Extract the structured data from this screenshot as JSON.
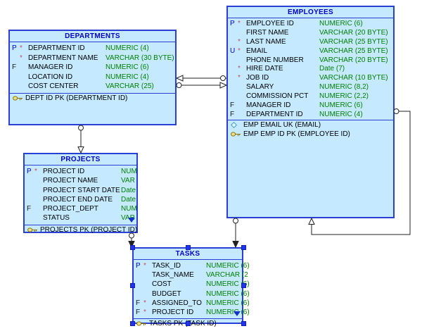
{
  "diagram": {
    "type": "entity-relationship-diagram",
    "colors": {
      "entity_fill": "#C5EAFF",
      "entity_border": "#2A3FD4",
      "title_text": "#0000C8",
      "column_name_text": "#000000",
      "datatype_text": "#007F00",
      "pk_unique_marker": "#0000CC",
      "fk_marker": "#1A1A1A",
      "required_star": "#C84B60",
      "selection_handle": "#2233EE",
      "overflow_indicator": "#1133CC",
      "connector": "#222222"
    }
  },
  "tables": [
    {
      "id": "departments",
      "title": "DEPARTMENTS",
      "columns": [
        {
          "marker": "P",
          "required": "*",
          "name": "DEPARTMENT ID",
          "type": "NUMERIC (4)"
        },
        {
          "marker": "",
          "required": "*",
          "name": "DEPARTMENT NAME",
          "type": "VARCHAR (30 BYTE)"
        },
        {
          "marker": "F",
          "required": "",
          "name": "MANAGER ID",
          "type": "NUMERIC (6)"
        },
        {
          "marker": "",
          "required": "",
          "name": "LOCATION ID",
          "type": "NUMERIC (4)"
        },
        {
          "marker": "",
          "required": "",
          "name": "COST CENTER",
          "type": "VARCHAR (25)"
        }
      ],
      "keys": [
        {
          "icon": "key-icon",
          "label": "DEPT ID PK (DEPARTMENT ID)"
        }
      ],
      "selected": false,
      "content_clipped": false
    },
    {
      "id": "employees",
      "title": "EMPLOYEES",
      "columns": [
        {
          "marker": "P",
          "required": "*",
          "name": "EMPLOYEE ID",
          "type": "NUMERIC (6)"
        },
        {
          "marker": "",
          "required": "",
          "name": "FIRST NAME",
          "type": "VARCHAR (20 BYTE)"
        },
        {
          "marker": "",
          "required": "*",
          "name": "LAST NAME",
          "type": "VARCHAR (25 BYTE)"
        },
        {
          "marker": "U",
          "required": "*",
          "name": "EMAIL",
          "type": "VARCHAR (25 BYTE)"
        },
        {
          "marker": "",
          "required": "",
          "name": "PHONE NUMBER",
          "type": "VARCHAR (20 BYTE)"
        },
        {
          "marker": "",
          "required": "*",
          "name": "HIRE DATE",
          "type": "Date (7)"
        },
        {
          "marker": "",
          "required": "*",
          "name": "JOB ID",
          "type": "VARCHAR (10 BYTE)"
        },
        {
          "marker": "",
          "required": "",
          "name": "SALARY",
          "type": "NUMERIC (8,2)"
        },
        {
          "marker": "",
          "required": "",
          "name": "COMMISSION PCT",
          "type": "NUMERIC (2,2)"
        },
        {
          "marker": "F",
          "required": "",
          "name": "MANAGER ID",
          "type": "NUMERIC (6)"
        },
        {
          "marker": "F",
          "required": "",
          "name": "DEPARTMENT ID",
          "type": "NUMERIC (4)"
        }
      ],
      "keys": [
        {
          "icon": "diamond-icon",
          "label": "EMP EMAIL UK (EMAIL)"
        },
        {
          "icon": "key-icon",
          "label": "EMP EMP ID PK (EMPLOYEE ID)"
        }
      ],
      "selected": false,
      "content_clipped": false
    },
    {
      "id": "projects",
      "title": "PROJECTS",
      "columns": [
        {
          "marker": "P",
          "required": "*",
          "name": "PROJECT ID",
          "type": "NUM"
        },
        {
          "marker": "",
          "required": "",
          "name": "PROJECT NAME",
          "type": "VAR"
        },
        {
          "marker": "",
          "required": "",
          "name": "PROJECT START DATE",
          "type": "Date"
        },
        {
          "marker": "",
          "required": "",
          "name": "PROJECT END DATE",
          "type": "Date"
        },
        {
          "marker": "F",
          "required": "",
          "name": "PROJECT_DEPT",
          "type": "NUM"
        },
        {
          "marker": "",
          "required": "",
          "name": "STATUS",
          "type": "VAR"
        }
      ],
      "keys": [
        {
          "icon": "key-icon",
          "label": "PROJECTS PK (PROJECT ID)"
        }
      ],
      "selected": false,
      "content_clipped": true
    },
    {
      "id": "tasks",
      "title": "TASKS",
      "columns": [
        {
          "marker": "P",
          "required": "*",
          "name": "TASK_ID",
          "type": "NUMERIC (6)"
        },
        {
          "marker": "",
          "required": "",
          "name": "TASK_NAME",
          "type": "VARCHAR (2"
        },
        {
          "marker": "",
          "required": "",
          "name": "COST",
          "type": "NUMERIC (6)"
        },
        {
          "marker": "",
          "required": "",
          "name": "BUDGET",
          "type": "NUMERIC (6)"
        },
        {
          "marker": "F",
          "required": "*",
          "name": "ASSIGNED_TO",
          "type": "NUMERIC (6)"
        },
        {
          "marker": "F",
          "required": "*",
          "name": "PROJECT ID",
          "type": "NUMERIC (6)"
        }
      ],
      "keys": [
        {
          "icon": "key-icon",
          "label": "TASKS PK (TASK ID)"
        }
      ],
      "selected": true,
      "content_clipped": true
    }
  ],
  "relationships": [
    {
      "id": "emp-dept",
      "from": "EMPLOYEES",
      "to": "DEPARTMENTS",
      "from_end": "circle",
      "to_end": "open-arrow"
    },
    {
      "id": "dept-mgr",
      "from": "DEPARTMENTS",
      "to": "EMPLOYEES",
      "from_end": "circle",
      "to_end": "open-arrow"
    },
    {
      "id": "dept-proj",
      "from": "DEPARTMENTS",
      "to": "PROJECTS",
      "from_end": "circle",
      "to_end": "open-arrow"
    },
    {
      "id": "proj-task",
      "from": "PROJECTS",
      "to": "TASKS",
      "from_end": "circle",
      "to_end": "solid-arrow"
    },
    {
      "id": "emp-task",
      "from": "EMPLOYEES",
      "to": "TASKS",
      "from_end": "circle",
      "to_end": "solid-arrow"
    },
    {
      "id": "emp-self",
      "from": "EMPLOYEES",
      "to": "EMPLOYEES",
      "from_end": "circle",
      "to_end": "open-arrow"
    }
  ]
}
